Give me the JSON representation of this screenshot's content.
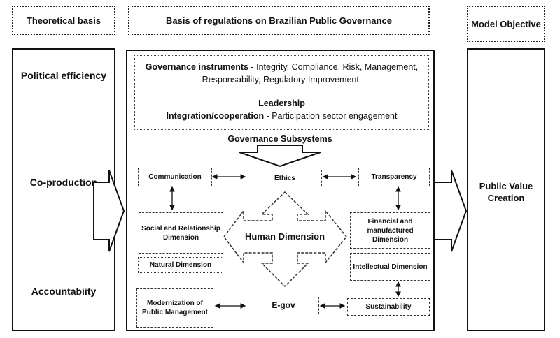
{
  "headers": {
    "theoretical": "Theoretical basis",
    "regulations": "Basis of regulations on Brazilian Public Governance",
    "objective": "Model Objective"
  },
  "left_column": {
    "political": "Political efficiency",
    "coproduction": "Co-production",
    "accountability": "Accountabiity"
  },
  "instruments": {
    "title": "Governance instruments",
    "items": " - Integrity, Compliance, Risk, Management, Responsability, Regulatory Improvement.",
    "leadership": "Leadership",
    "integration_title": "Integration/cooperation",
    "integration_items": " - Participation sector engagement"
  },
  "subsystems": {
    "title": "Governance Subsystems",
    "communication": "Communication",
    "ethics": "Ethics",
    "transparency": "Transparency",
    "social": "Social and Relationship Dimension",
    "human": "Human Dimension",
    "financial": "Financial and manufactured Dimension",
    "natural": "Natural Dimension",
    "intellectual": "Intellectual Dimension",
    "modernization": "Modernization of Public Management",
    "egov": "E-gov",
    "sustainability": "Sustainability"
  },
  "right_column": {
    "objective": "Public Value Creation"
  }
}
